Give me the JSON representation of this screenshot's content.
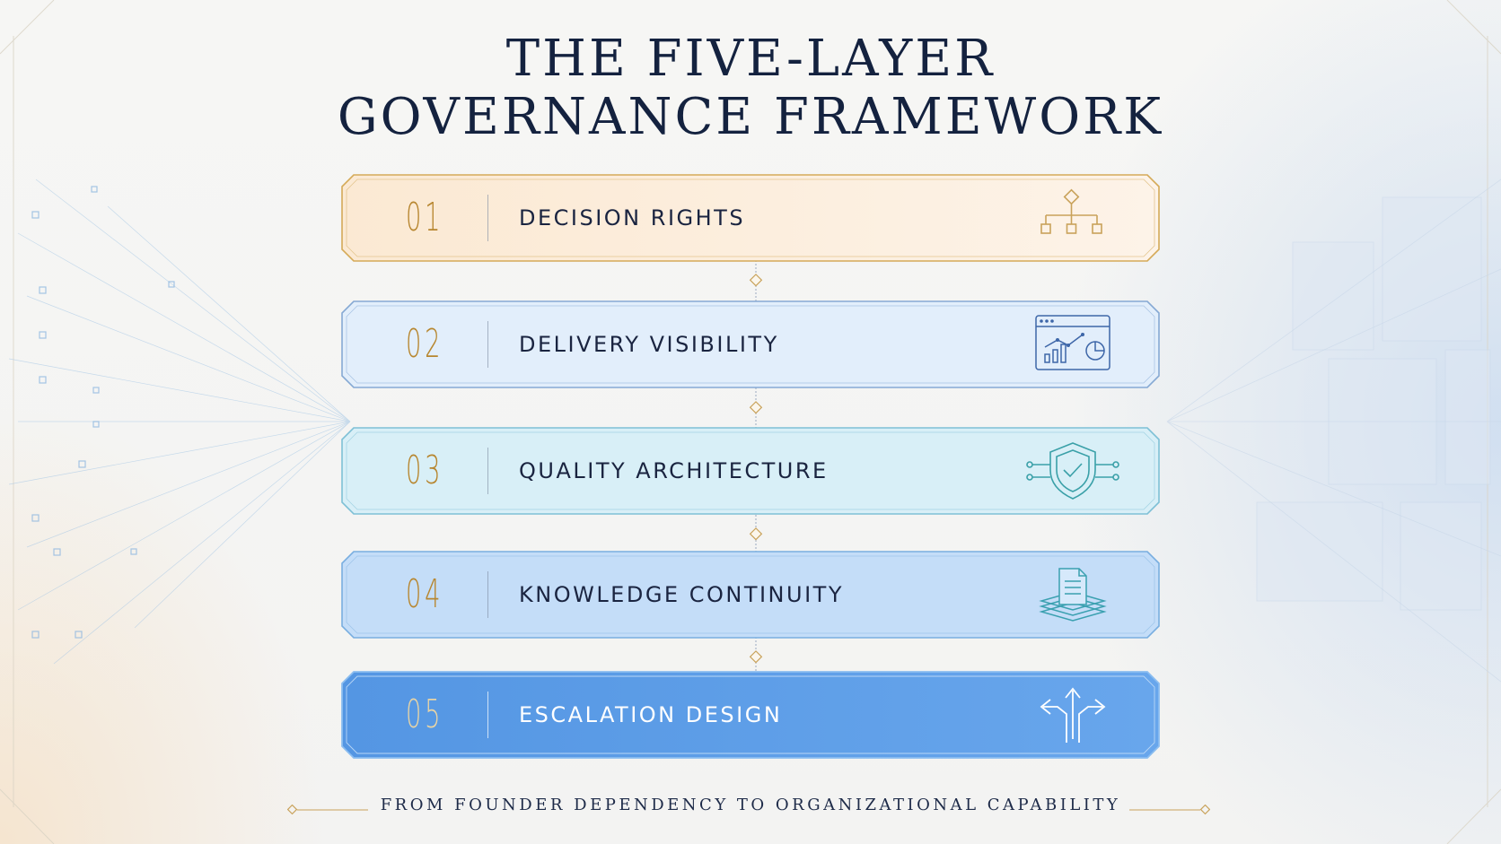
{
  "title": {
    "line1": "THE FIVE-LAYER",
    "line2": "GOVERNANCE FRAMEWORK"
  },
  "layers": [
    {
      "number": "01",
      "label": "DECISION RIGHTS",
      "icon": "hierarchy-icon"
    },
    {
      "number": "02",
      "label": "DELIVERY VISIBILITY",
      "icon": "dashboard-icon"
    },
    {
      "number": "03",
      "label": "QUALITY ARCHITECTURE",
      "icon": "shield-check-icon"
    },
    {
      "number": "04",
      "label": "KNOWLEDGE CONTINUITY",
      "icon": "document-stack-icon"
    },
    {
      "number": "05",
      "label": "ESCALATION DESIGN",
      "icon": "branching-arrows-icon"
    }
  ],
  "subtitle": "FROM FOUNDER DEPENDENCY TO ORGANIZATIONAL CAPABILITY",
  "colors": {
    "title": "#14223f",
    "number": "#b7862f",
    "layer1": "#fbecd9",
    "layer2": "#e2effb",
    "layer3": "#d9f0f7",
    "layer4": "#c6def8",
    "layer5": "#5d9de6",
    "gold": "#c9a25a"
  }
}
